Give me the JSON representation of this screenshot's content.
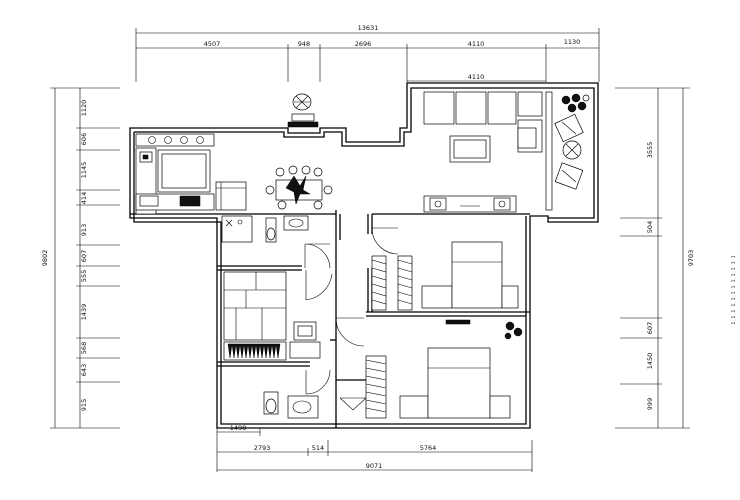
{
  "plan": {
    "top_total": "13631",
    "top_segments": [
      "4507",
      "948",
      "2696",
      "4110",
      "1130"
    ],
    "top_inner": "4110",
    "left_segments": [
      "1120",
      "606",
      "1145",
      "414",
      "913",
      "607",
      "555",
      "1439",
      "568",
      "643",
      "915"
    ],
    "left_total": "9802",
    "right_segments": [
      "3555",
      "504",
      "607",
      "1450",
      "999"
    ],
    "right_total": "9703",
    "bottom_segments": [
      "1498",
      "2793",
      "514",
      "5764"
    ],
    "bottom_total": "9071",
    "right_edge_text": "1 1 1 1 1 1 1 1 1 1 1 1"
  }
}
